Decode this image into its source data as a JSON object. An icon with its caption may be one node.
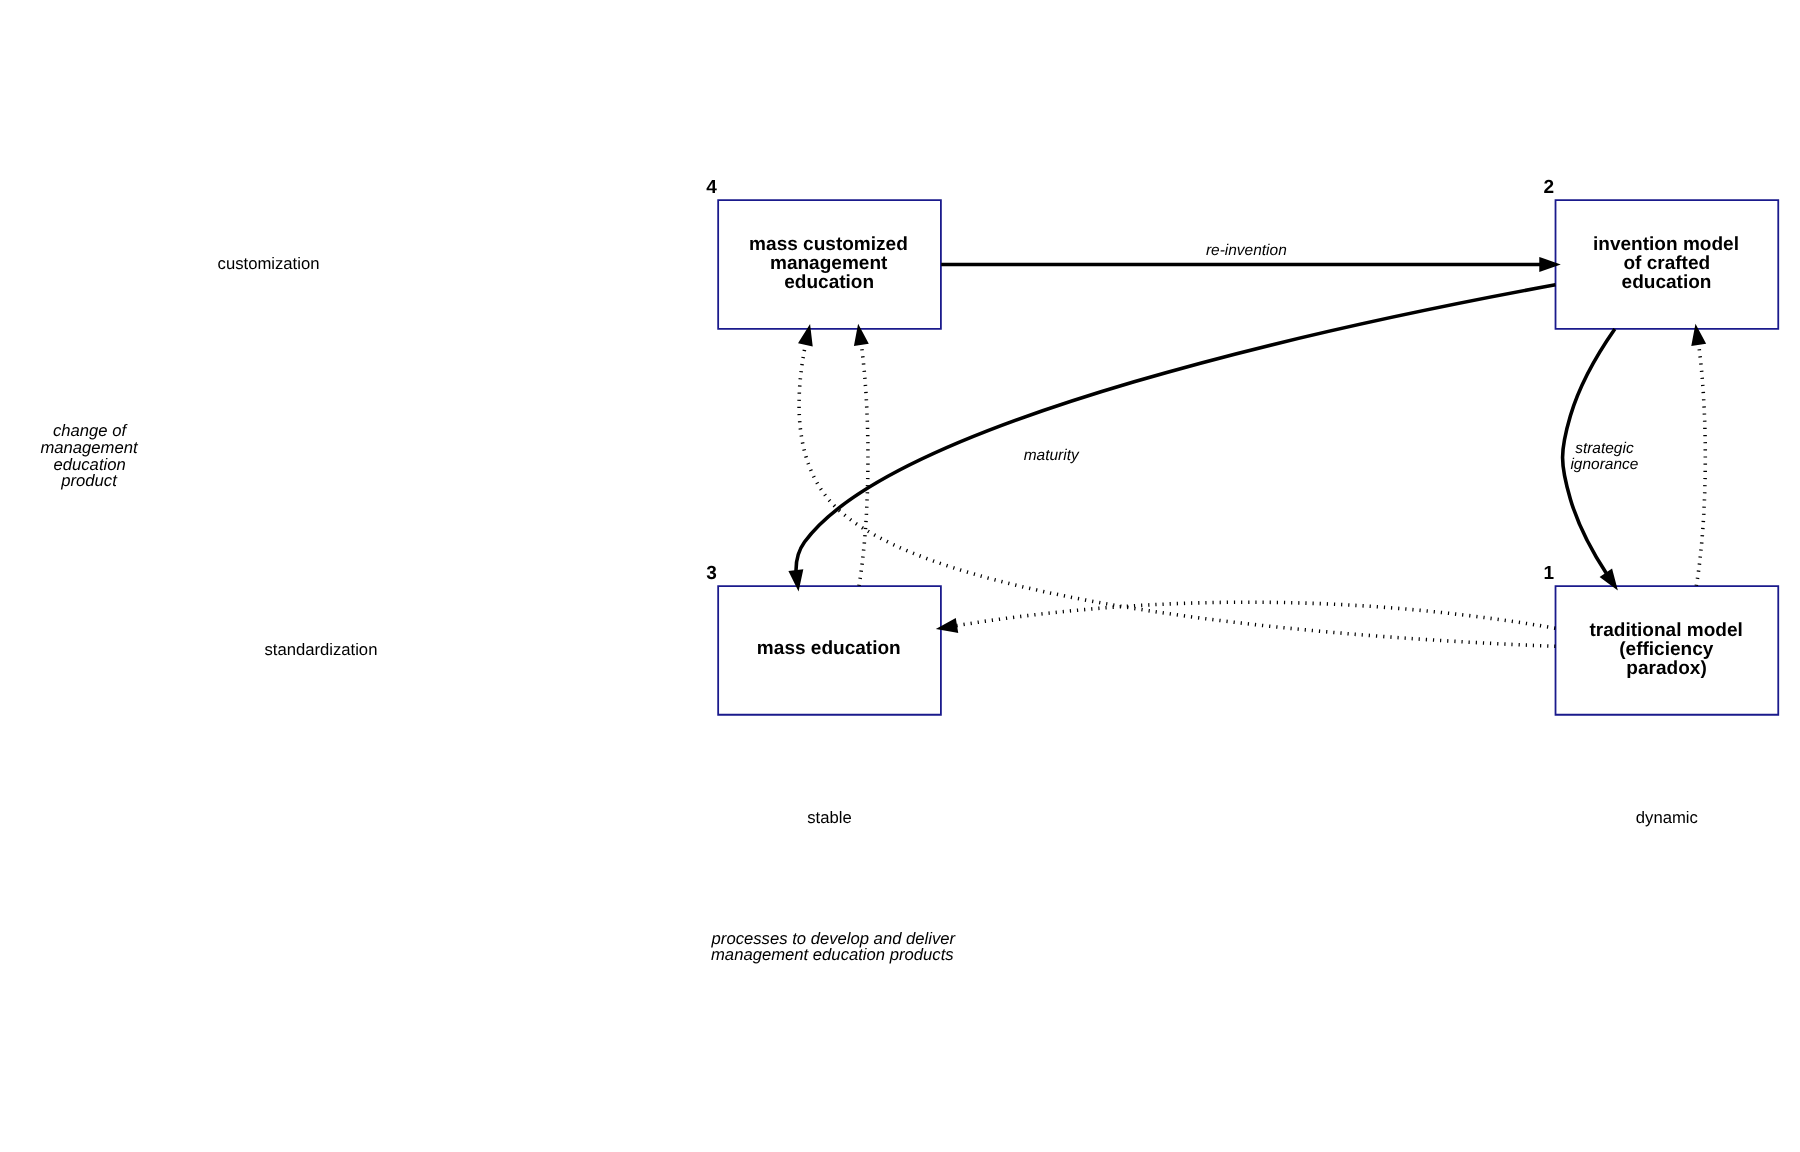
{
  "diagram": {
    "nodes": [
      {
        "text": [
          "mass customized management education"
        ],
        "beside": [
          "4"
        ]
      },
      {
        "text": [
          "invention model of crafted education"
        ],
        "beside": [
          "2"
        ]
      },
      {
        "text": [
          "mass education"
        ],
        "beside": [
          "3"
        ]
      },
      {
        "text": [
          "traditional model (efficiency paradox)"
        ],
        "beside": [
          "1"
        ]
      }
    ],
    "edges": [
      {
        "from": 0,
        "to": 1,
        "arrow": "to",
        "label": "re-invention"
      },
      {
        "from": 1,
        "to": 2,
        "arrow": "to",
        "label": "maturity"
      },
      {
        "from": 1,
        "to": 3,
        "arrow": "to",
        "label": "strategic ignorance"
      },
      {
        "from": 2,
        "to": 0,
        "arrow": "to",
        "style": "dashed"
      },
      {
        "from": 3,
        "to": 0,
        "arrow": "to",
        "style": "dashed"
      },
      {
        "from": 3,
        "to": 2,
        "arrow": "to",
        "style": "dashed"
      },
      {
        "from": 3,
        "to": 1,
        "arrow": "to",
        "style": "dashed"
      }
    ],
    "labels": [
      "customization",
      "change of management education product",
      "standardization",
      "stable",
      "dynamic",
      "processes to develop and deliver management education products"
    ]
  }
}
